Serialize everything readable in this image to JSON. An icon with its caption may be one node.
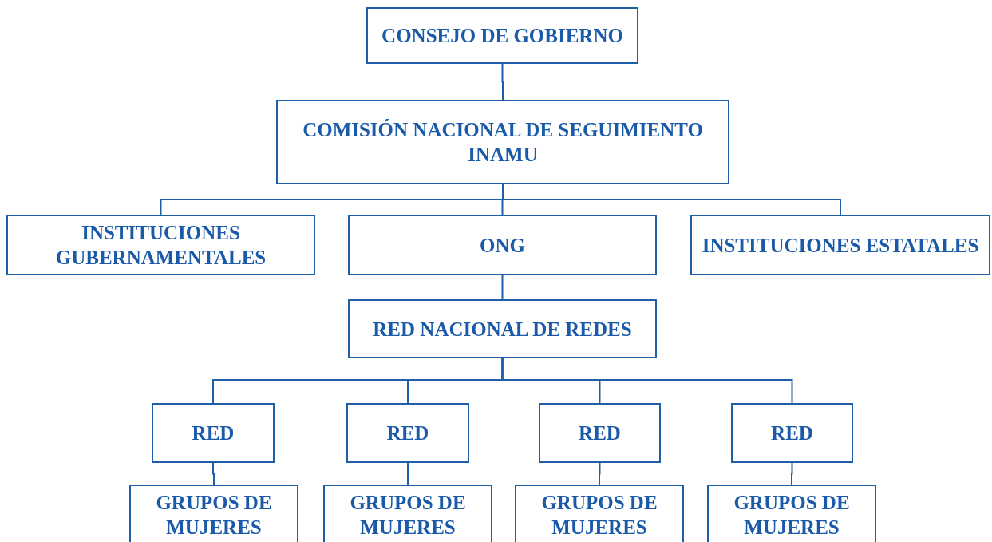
{
  "diagram": {
    "nodes": [
      {
        "text": [
          "CONSEJO DE GOBIERNO"
        ]
      },
      {
        "text": [
          "COMISIÓN NACIONAL DE SEGUIMIENTO",
          "INAMU"
        ]
      },
      {
        "text": [
          "INSTITUCIONES GUBERNAMENTALES"
        ]
      },
      {
        "text": [
          "ONG"
        ]
      },
      {
        "text": [
          "INSTITUCIONES ESTATALES"
        ]
      },
      {
        "text": [
          "RED NACIONAL DE REDES"
        ]
      },
      {
        "text": [
          "RED"
        ]
      },
      {
        "text": [
          "RED"
        ]
      },
      {
        "text": [
          "RED"
        ]
      },
      {
        "text": [
          "RED"
        ]
      },
      {
        "text": [
          "GRUPOS DE MUJERES"
        ]
      },
      {
        "text": [
          "GRUPOS DE MUJERES"
        ]
      },
      {
        "text": [
          "GRUPOS DE MUJERES"
        ]
      },
      {
        "text": [
          "GRUPOS DE MUJERES"
        ]
      }
    ],
    "edges": [
      {
        "from": 0,
        "to": 1,
        "arrow": "none"
      },
      {
        "from": 1,
        "to": 2,
        "arrow": "none"
      },
      {
        "from": 1,
        "to": 3,
        "arrow": "none"
      },
      {
        "from": 1,
        "to": 4,
        "arrow": "none"
      },
      {
        "from": 3,
        "to": 5,
        "arrow": "none"
      },
      {
        "from": 5,
        "to": 6,
        "arrow": "none"
      },
      {
        "from": 5,
        "to": 7,
        "arrow": "none"
      },
      {
        "from": 5,
        "to": 8,
        "arrow": "none"
      },
      {
        "from": 5,
        "to": 9,
        "arrow": "none"
      },
      {
        "from": 6,
        "to": 10,
        "arrow": "none"
      },
      {
        "from": 7,
        "to": 11,
        "arrow": "none"
      },
      {
        "from": 8,
        "to": 12,
        "arrow": "none"
      },
      {
        "from": 9,
        "to": 13,
        "arrow": "none"
      }
    ]
  }
}
